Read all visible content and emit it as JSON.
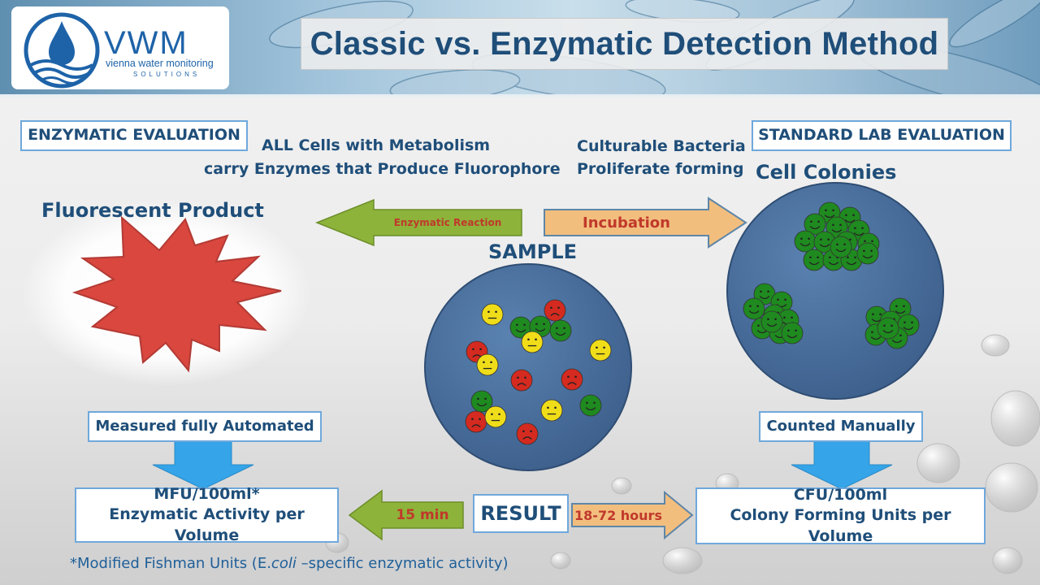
{
  "logo": {
    "name": "VWM",
    "subtitle": "vienna water monitoring",
    "tagline": "SOLUTIONS"
  },
  "title": "Classic vs. Enzymatic Detection Method",
  "left": {
    "heading": "ENZYMATIC EVALUATION",
    "description_line1": "ALL Cells with Metabolism",
    "description_line2": "carry Enzymes that Produce Fluorophore",
    "product_label": "Fluorescent Product",
    "arrow_label": "Enzymatic Reaction",
    "measure_label": "Measured fully Automated",
    "result_line1": "MFU/100ml*",
    "result_line2": "Enzymatic Activity per Volume",
    "time_label": "15 min"
  },
  "right": {
    "heading": "STANDARD LAB EVALUATION",
    "description_line1": "Culturable Bacteria",
    "description_line2": "Proliferate forming",
    "colonies_label": "Cell Colonies",
    "arrow_label": "Incubation",
    "count_label": "Counted Manually",
    "result_line1": "CFU/100ml",
    "result_line2": "Colony Forming Units per Volume",
    "time_label": "18-72 hours"
  },
  "center": {
    "sample_label": "SAMPLE",
    "result_label": "RESULT"
  },
  "footnote": {
    "prefix": "*Modified Fishman Units (E.",
    "italic": "coli",
    "suffix": " –specific enzymatic activity)"
  },
  "colors": {
    "title_blue": "#1f4e79",
    "box_border": "#6fa8dc",
    "green_arrow": "#8db33a",
    "orange_arrow": "#f2be7e",
    "blue_arrow": "#35a4e8",
    "dish": "#4a6f9e",
    "star_red": "#d9473f",
    "cell_green": "#1f8a1f",
    "cell_yellow": "#f0dd19",
    "cell_red": "#d42a1f"
  }
}
